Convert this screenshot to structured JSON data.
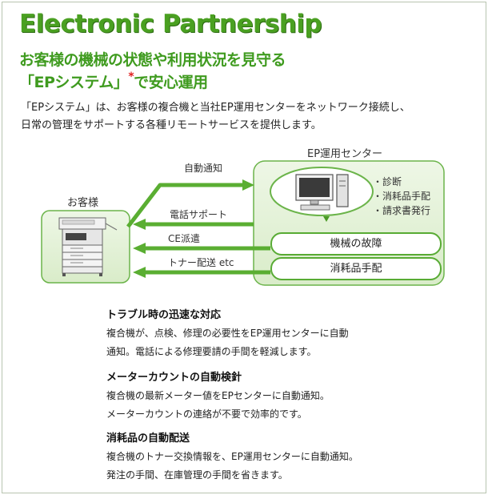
{
  "header": {
    "title": "Electronic Partnership",
    "subtitle_line1": "お客様の機械の状態や利用状況を見守る",
    "subtitle_line2": "「EPシステム」",
    "subtitle_asterisk": "*",
    "subtitle_line2_tail": "で安心運用"
  },
  "intro": {
    "line1": "「EPシステム」は、お客様の複合機と当社EP運用センターをネットワーク接続し、",
    "line2": "日常の管理をサポートする各種リモートサービスを提供します。"
  },
  "diagram": {
    "customer_label": "お客様",
    "center_label": "EP運用センター",
    "arrow_auto_notify": "自動通知",
    "arrow_phone_support": "電話サポート",
    "arrow_ce_dispatch": "CE派遣",
    "arrow_toner": "トナー配送 etc",
    "services": [
      "・診断",
      "・消耗品手配",
      "・請求書発行"
    ],
    "pill_failure": "機械の故障",
    "pill_supplies": "消耗品手配",
    "colors": {
      "accent": "#4aa021",
      "panel": "#e8f3dc",
      "border": "#58ab34"
    }
  },
  "features": [
    {
      "title": "トラブル時の迅速な対応",
      "line1": "複合機が、点検、修理の必要性をEP運用センターに自動",
      "line2": "通知。電話による修理要請の手間を軽減します。"
    },
    {
      "title": "メーターカウントの自動検針",
      "line1": "複合機の最新メーター値をEPセンターに自動通知。",
      "line2": "メーターカウントの連絡が不要で効率的です。"
    },
    {
      "title": "消耗品の自動配送",
      "line1": "複合機のトナー交換情報を、EP運用センターに自動通知。",
      "line2": "発注の手間、在庫管理の手間を省きます。"
    }
  ]
}
